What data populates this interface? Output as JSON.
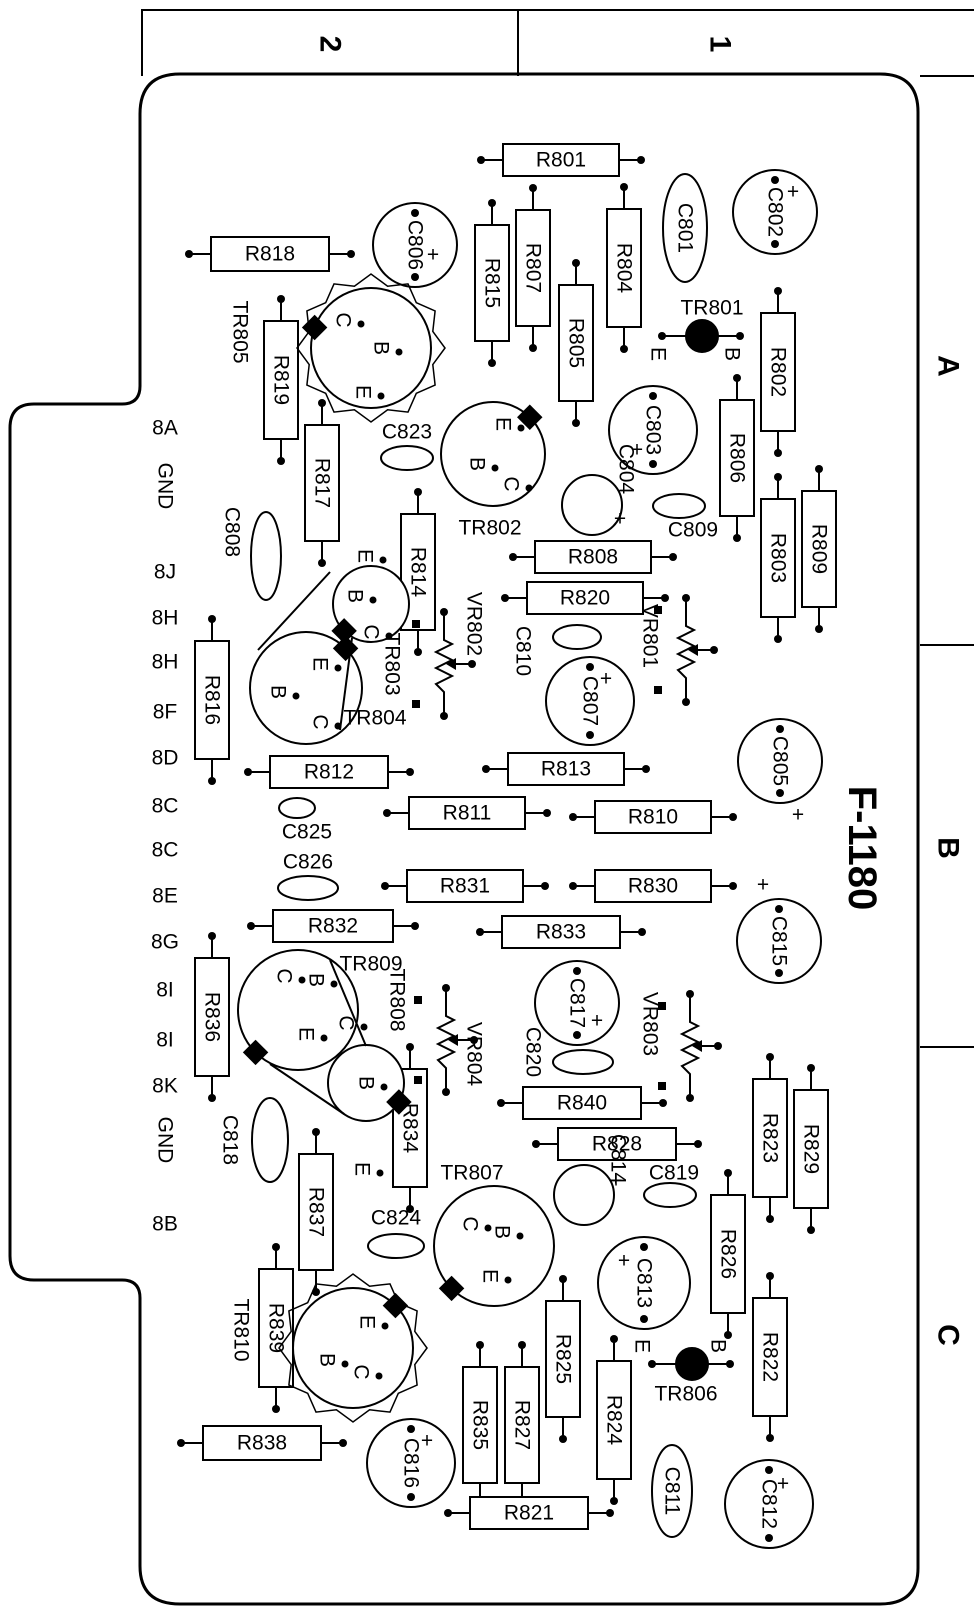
{
  "board_id": "F-1180",
  "grid": {
    "cols": [
      "2",
      "1"
    ],
    "rows": [
      "A",
      "B",
      "C"
    ]
  },
  "connector_pins": [
    "8A",
    "GND",
    "8J",
    "8H",
    "8H",
    "8F",
    "8D",
    "8C",
    "8C",
    "8E",
    "8G",
    "8I",
    "8I",
    "8K",
    "GND",
    "8B"
  ],
  "resistors": [
    {
      "ref": "R801",
      "o": "h"
    },
    {
      "ref": "R818",
      "o": "h"
    },
    {
      "ref": "R815",
      "o": "v"
    },
    {
      "ref": "R807",
      "o": "v"
    },
    {
      "ref": "R804",
      "o": "v"
    },
    {
      "ref": "R805",
      "o": "v"
    },
    {
      "ref": "R802",
      "o": "v"
    },
    {
      "ref": "R819",
      "o": "v"
    },
    {
      "ref": "R817",
      "o": "v"
    },
    {
      "ref": "R806",
      "o": "v"
    },
    {
      "ref": "R803",
      "o": "v"
    },
    {
      "ref": "R809",
      "o": "v"
    },
    {
      "ref": "R814",
      "o": "v"
    },
    {
      "ref": "R808",
      "o": "h"
    },
    {
      "ref": "R820",
      "o": "h"
    },
    {
      "ref": "R816",
      "o": "v"
    },
    {
      "ref": "R812",
      "o": "h"
    },
    {
      "ref": "R813",
      "o": "h"
    },
    {
      "ref": "R811",
      "o": "h"
    },
    {
      "ref": "R810",
      "o": "h"
    },
    {
      "ref": "R831",
      "o": "h"
    },
    {
      "ref": "R830",
      "o": "h"
    },
    {
      "ref": "R832",
      "o": "h"
    },
    {
      "ref": "R833",
      "o": "h"
    },
    {
      "ref": "R836",
      "o": "v"
    },
    {
      "ref": "R840",
      "o": "h"
    },
    {
      "ref": "R834",
      "o": "v"
    },
    {
      "ref": "R828",
      "o": "h"
    },
    {
      "ref": "R823",
      "o": "v"
    },
    {
      "ref": "R829",
      "o": "v"
    },
    {
      "ref": "R837",
      "o": "v"
    },
    {
      "ref": "R826",
      "o": "v"
    },
    {
      "ref": "R839",
      "o": "v"
    },
    {
      "ref": "R825",
      "o": "v"
    },
    {
      "ref": "R822",
      "o": "v"
    },
    {
      "ref": "R835",
      "o": "v"
    },
    {
      "ref": "R827",
      "o": "v"
    },
    {
      "ref": "R824",
      "o": "v"
    },
    {
      "ref": "R838",
      "o": "h"
    },
    {
      "ref": "R821",
      "o": "h"
    }
  ],
  "capacitors": [
    {
      "ref": "C802",
      "t": "e"
    },
    {
      "ref": "C806",
      "t": "e"
    },
    {
      "ref": "C801",
      "t": "f"
    },
    {
      "ref": "C803",
      "t": "e"
    },
    {
      "ref": "C804",
      "t": "e"
    },
    {
      "ref": "C823",
      "t": "f"
    },
    {
      "ref": "C808",
      "t": "f"
    },
    {
      "ref": "C809",
      "t": "f"
    },
    {
      "ref": "C810",
      "t": "f"
    },
    {
      "ref": "C807",
      "t": "e"
    },
    {
      "ref": "C805",
      "t": "e"
    },
    {
      "ref": "C825",
      "t": "f"
    },
    {
      "ref": "C826",
      "t": "f"
    },
    {
      "ref": "C815",
      "t": "e"
    },
    {
      "ref": "C817",
      "t": "e"
    },
    {
      "ref": "C820",
      "t": "f"
    },
    {
      "ref": "C818",
      "t": "f"
    },
    {
      "ref": "C824",
      "t": "f"
    },
    {
      "ref": "C819",
      "t": "f"
    },
    {
      "ref": "C814",
      "t": "e"
    },
    {
      "ref": "C813",
      "t": "e"
    },
    {
      "ref": "C816",
      "t": "e"
    },
    {
      "ref": "C811",
      "t": "f"
    },
    {
      "ref": "C812",
      "t": "e"
    }
  ],
  "transistors": [
    {
      "ref": "TR801",
      "pins": [
        "E",
        "B"
      ]
    },
    {
      "ref": "TR805",
      "pins": [
        "C",
        "B",
        "E"
      ]
    },
    {
      "ref": "TR802",
      "pins": [
        "E",
        "B",
        "C"
      ]
    },
    {
      "ref": "TR803",
      "pins": [
        "E",
        "B",
        "C"
      ]
    },
    {
      "ref": "TR804",
      "pins": [
        "E",
        "B",
        "C"
      ]
    },
    {
      "ref": "TR809",
      "pins": [
        "C",
        "B",
        "E"
      ]
    },
    {
      "ref": "TR808",
      "pins": [
        "C",
        "B",
        "E"
      ]
    },
    {
      "ref": "TR807",
      "pins": [
        "C",
        "B",
        "E"
      ]
    },
    {
      "ref": "TR810",
      "pins": [
        "E",
        "B",
        "C"
      ]
    },
    {
      "ref": "TR806",
      "pins": [
        "E",
        "B"
      ]
    }
  ],
  "trimmers": [
    {
      "ref": "VR801"
    },
    {
      "ref": "VR802"
    },
    {
      "ref": "VR803"
    },
    {
      "ref": "VR804"
    }
  ],
  "plus_sign": "+"
}
